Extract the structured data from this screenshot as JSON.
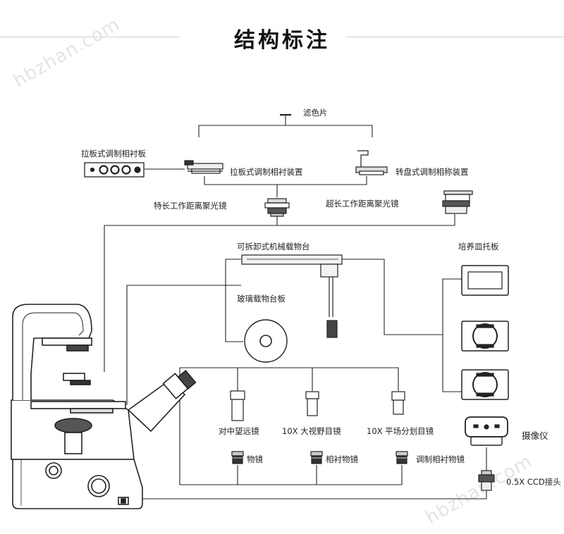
{
  "title": "结构标注",
  "watermark": "hbzhan.com",
  "labels": {
    "filter": "滤色片",
    "slider_plate": "拉板式调制相衬板",
    "slider_device": "拉板式调制相衬装置",
    "turret_device": "转盘式调制相称装置",
    "extra_long_condenser": "特长工作距离聚光镜",
    "ultra_long_condenser": "超长工作距离聚光镜",
    "mech_stage": "可拆卸式机械载物台",
    "glass_stage": "玻璃载物台板",
    "dish_holder": "培养皿托板",
    "telescope": "对中望远镜",
    "wide_eyepiece": "10X 大视野目镜",
    "reticle_eyepiece": "10X 平场分划目镜",
    "objective": "物镜",
    "phase_objective": "相衬物镜",
    "mod_phase_objective": "调制相衬物镜",
    "camera": "摄像仪",
    "ccd_adapter": "0.5X CCD接头"
  }
}
